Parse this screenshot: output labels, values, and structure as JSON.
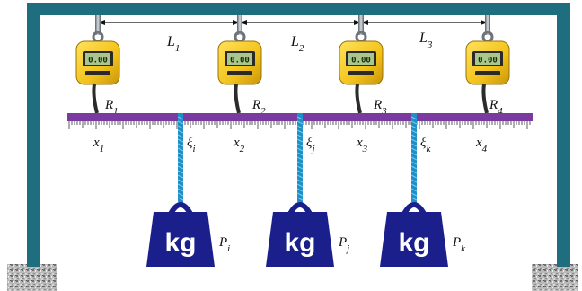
{
  "frame_color": "#1e6e80",
  "rod_color": "#7a3aa0",
  "weight_color": "#1a1f8c",
  "scale_color": "#f2c21a",
  "rope_color": "#1e90c8",
  "spans": [
    {
      "label": "L",
      "sub": "1"
    },
    {
      "label": "L",
      "sub": "2"
    },
    {
      "label": "L",
      "sub": "3"
    }
  ],
  "scales": [
    {
      "reading": "0.00",
      "label": "R",
      "sub": "1"
    },
    {
      "reading": "0.00",
      "label": "R",
      "sub": "2"
    },
    {
      "reading": "0.00",
      "label": "R",
      "sub": "3"
    },
    {
      "reading": "0.00",
      "label": "R",
      "sub": "4"
    }
  ],
  "x_labels": [
    {
      "label": "x",
      "sub": "1"
    },
    {
      "label": "x",
      "sub": "2"
    },
    {
      "label": "x",
      "sub": "3"
    },
    {
      "label": "x",
      "sub": "4"
    }
  ],
  "weights": [
    {
      "text": "kg",
      "label": "P",
      "sub": "i",
      "xi": "ξ",
      "xi_sub": "i"
    },
    {
      "text": "kg",
      "label": "P",
      "sub": "j",
      "xi": "ξ",
      "xi_sub": "j"
    },
    {
      "text": "kg",
      "label": "P",
      "sub": "k",
      "xi": "ξ",
      "xi_sub": "k"
    }
  ]
}
